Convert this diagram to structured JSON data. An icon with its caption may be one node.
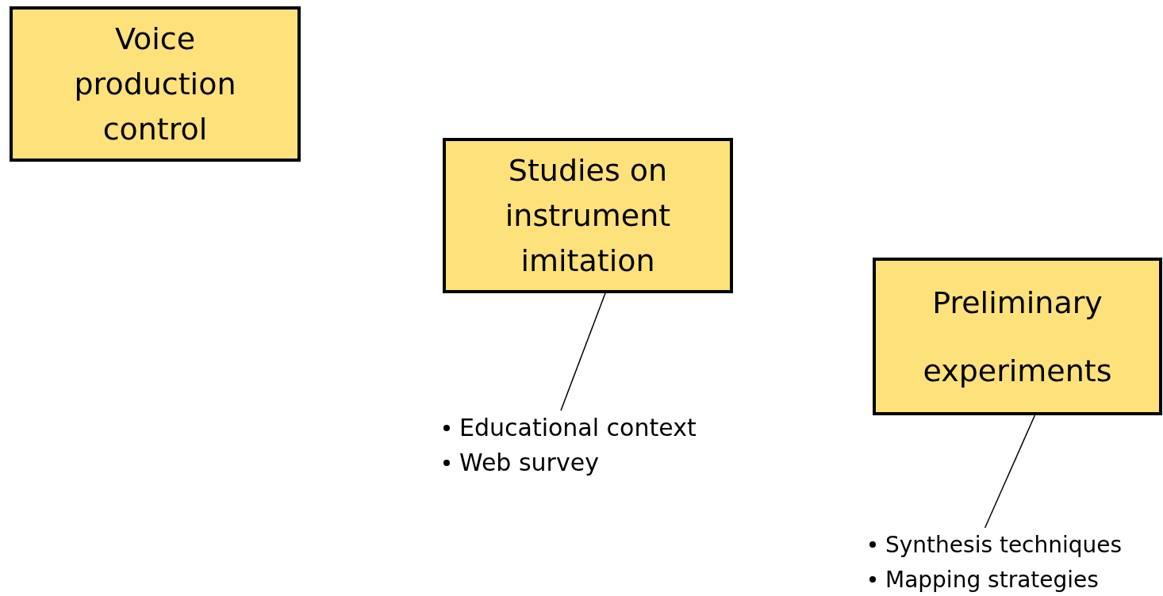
{
  "diagram": {
    "nodes": [
      {
        "text": [
          "Voice production control"
        ]
      },
      {
        "text": [
          "Studies on instrument imitation"
        ]
      },
      {
        "text": [
          "Preliminary experiments"
        ]
      },
      {
        "text": [
          "Educational context",
          "Web survey"
        ]
      },
      {
        "text": [
          "Synthesis techniques",
          "Mapping strategies"
        ]
      }
    ],
    "edges": [
      {
        "from": 1,
        "to": 3,
        "arrow": "none"
      },
      {
        "from": 2,
        "to": 4,
        "arrow": "none"
      }
    ]
  }
}
